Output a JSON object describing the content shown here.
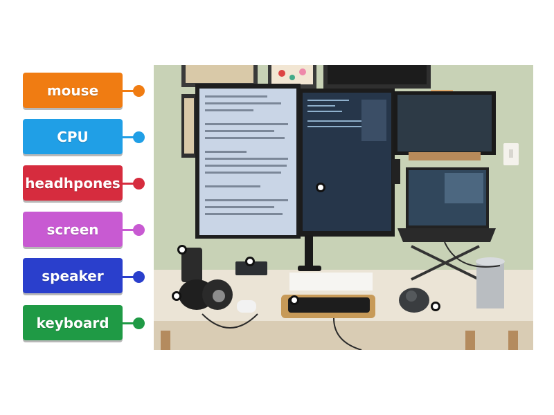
{
  "labels": [
    {
      "text": "mouse",
      "color": "#f07c12"
    },
    {
      "text": "CPU",
      "color": "#209fe6"
    },
    {
      "text": "headhpones",
      "color": "#d62c3e"
    },
    {
      "text": "screen",
      "color": "#c85ad2"
    },
    {
      "text": "speaker",
      "color": "#2a3fcc"
    },
    {
      "text": "keyboard",
      "color": "#1f9a45"
    }
  ],
  "photo": {
    "description_icon": "desk-setup-photo",
    "wall_color": "#c9d3b8",
    "desk_color": "#ece5d8"
  },
  "pins_count_note": ""
}
